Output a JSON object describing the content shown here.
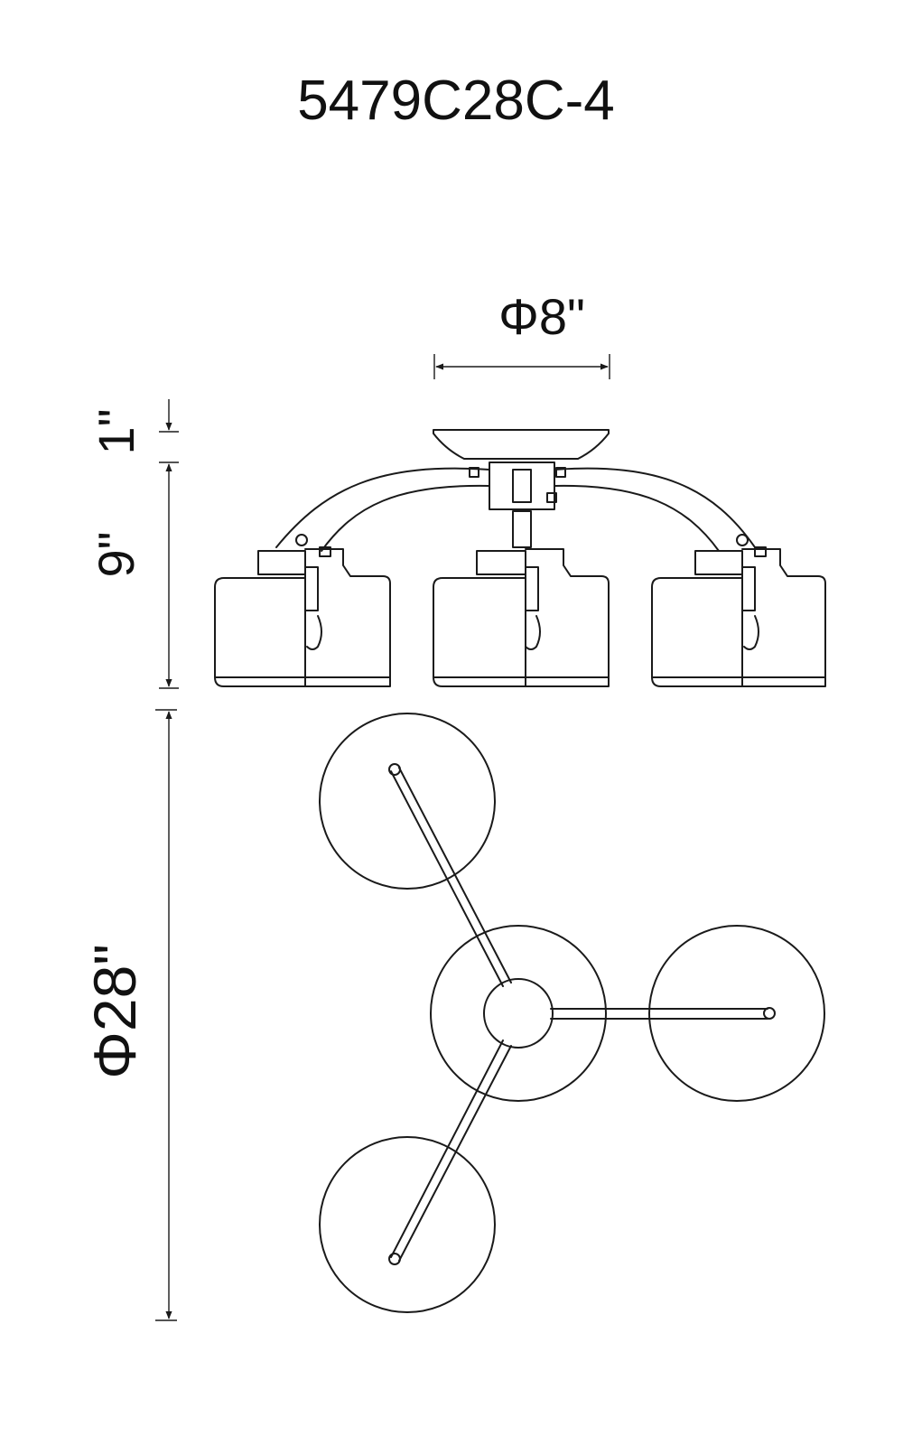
{
  "title": "5479C28C-4",
  "dimensions": {
    "canopy_diameter": "Φ8\"",
    "canopy_height": "1\"",
    "body_height": "9\"",
    "overall_diameter": "Φ28\""
  },
  "colors": {
    "line": "#1a1a1a",
    "background": "#ffffff"
  }
}
